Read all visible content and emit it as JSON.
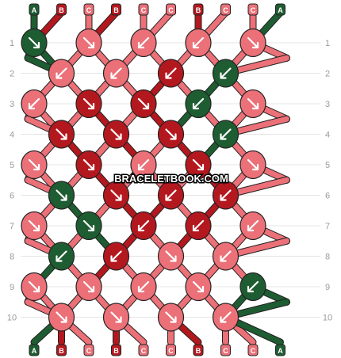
{
  "colors": {
    "A": "#1e5c32",
    "B": "#b3181f",
    "C": "#eb7078",
    "outline": "#222222",
    "row_line": "#e4e4e4",
    "row_label": "#9b9b9b",
    "watermark_text": "#ffffff"
  },
  "strings": {
    "top": [
      "A",
      "B",
      "C",
      "B",
      "C",
      "C",
      "B",
      "C",
      "C",
      "A"
    ],
    "bottom": [
      "A",
      "B",
      "C",
      "B",
      "C",
      "C",
      "B",
      "C",
      "C",
      "A"
    ]
  },
  "rows": {
    "labels": [
      "1",
      "2",
      "3",
      "4",
      "5",
      "6",
      "7",
      "8",
      "9",
      "10"
    ]
  },
  "watermark": "BRACELETBOOK.COM",
  "knots": [
    [
      {
        "color": "A",
        "arrow": "se"
      },
      {
        "color": "C",
        "arrow": "se"
      },
      {
        "color": "C",
        "arrow": "sw"
      },
      {
        "color": "C",
        "arrow": "sw"
      },
      {
        "color": "C",
        "arrow": "se"
      }
    ],
    [
      {
        "color": "C",
        "arrow": "sw"
      },
      {
        "color": "C",
        "arrow": "sw"
      },
      {
        "color": "B",
        "arrow": "sw"
      },
      {
        "color": "A",
        "arrow": "sw"
      }
    ],
    [
      {
        "color": "C",
        "arrow": "sw"
      },
      {
        "color": "B",
        "arrow": "se"
      },
      {
        "color": "B",
        "arrow": "se"
      },
      {
        "color": "A",
        "arrow": "sw"
      },
      {
        "color": "C",
        "arrow": "se"
      }
    ],
    [
      {
        "color": "B",
        "arrow": "se"
      },
      {
        "color": "B",
        "arrow": "se"
      },
      {
        "color": "B",
        "arrow": "se"
      },
      {
        "color": "A",
        "arrow": "sw"
      }
    ],
    [
      {
        "color": "C",
        "arrow": "se"
      },
      {
        "color": "B",
        "arrow": "se"
      },
      {
        "color": "C",
        "arrow": "sw"
      },
      {
        "color": "B",
        "arrow": "se"
      },
      {
        "color": "C",
        "arrow": "se"
      }
    ],
    [
      {
        "color": "A",
        "arrow": "se"
      },
      {
        "color": "B",
        "arrow": "se"
      },
      {
        "color": "B",
        "arrow": "sw"
      },
      {
        "color": "B",
        "arrow": "sw"
      }
    ],
    [
      {
        "color": "C",
        "arrow": "se"
      },
      {
        "color": "A",
        "arrow": "se"
      },
      {
        "color": "B",
        "arrow": "sw"
      },
      {
        "color": "B",
        "arrow": "sw"
      },
      {
        "color": "C",
        "arrow": "sw"
      }
    ],
    [
      {
        "color": "A",
        "arrow": "sw"
      },
      {
        "color": "B",
        "arrow": "sw"
      },
      {
        "color": "C",
        "arrow": "se"
      },
      {
        "color": "C",
        "arrow": "sw"
      }
    ],
    [
      {
        "color": "C",
        "arrow": "se"
      },
      {
        "color": "C",
        "arrow": "se"
      },
      {
        "color": "C",
        "arrow": "sw"
      },
      {
        "color": "C",
        "arrow": "se"
      },
      {
        "color": "A",
        "arrow": "sw"
      }
    ],
    [
      {
        "color": "C",
        "arrow": "se"
      },
      {
        "color": "C",
        "arrow": "se"
      },
      {
        "color": "C",
        "arrow": "se"
      },
      {
        "color": "C",
        "arrow": "sw"
      }
    ]
  ]
}
